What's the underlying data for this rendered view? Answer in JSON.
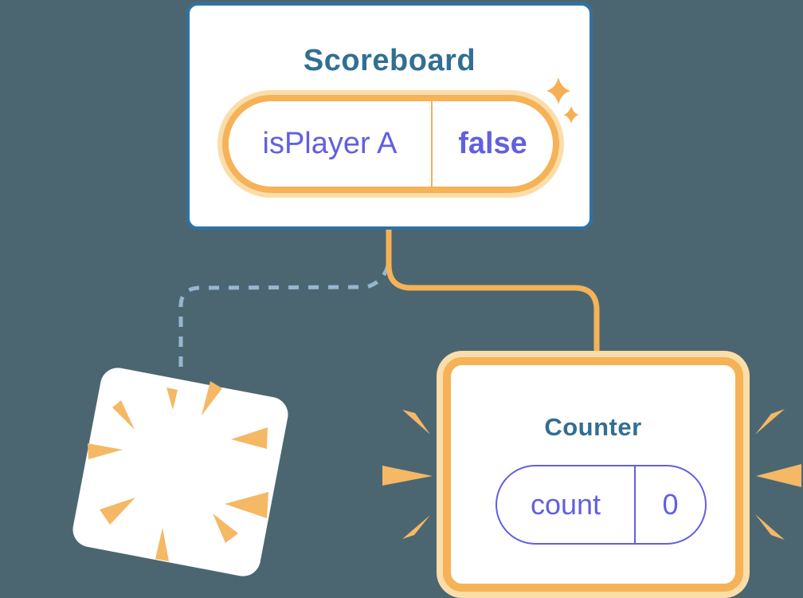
{
  "scoreboard": {
    "title": "Scoreboard",
    "state": {
      "name": "isPlayer A",
      "value": "false"
    }
  },
  "counter": {
    "title": "Counter",
    "state": {
      "name": "count",
      "value": "0"
    }
  },
  "icons": {
    "sparkles": "sparkles-icon",
    "poof": "poof-burst-icon",
    "emphasis_left": "emphasis-burst-left-icon",
    "emphasis_right": "emphasis-burst-right-icon"
  },
  "colors": {
    "background": "#4C6671",
    "card_background": "#FFFFFF",
    "scoreboard_border": "#2E73A4",
    "component_title": "#316F92",
    "state_text": "#625FE1",
    "highlight_orange": "#F5B256",
    "highlight_orange_glow": "#FBDDAA",
    "dashed_connector": "#95B7D0",
    "burst_orange": "#F5AF55"
  }
}
